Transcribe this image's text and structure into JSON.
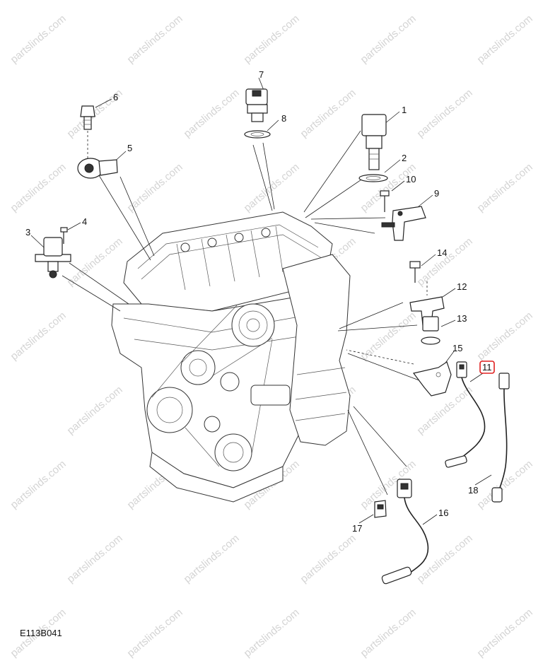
{
  "diagram": {
    "code": "E113B041",
    "watermark": "partslinds.com",
    "highlight_color": "#e02020",
    "callouts": [
      {
        "id": "1",
        "label": "1"
      },
      {
        "id": "2",
        "label": "2"
      },
      {
        "id": "3",
        "label": "3"
      },
      {
        "id": "4",
        "label": "4"
      },
      {
        "id": "5",
        "label": "5"
      },
      {
        "id": "6",
        "label": "6"
      },
      {
        "id": "7",
        "label": "7"
      },
      {
        "id": "8",
        "label": "8"
      },
      {
        "id": "9",
        "label": "9"
      },
      {
        "id": "10",
        "label": "10"
      },
      {
        "id": "11",
        "label": "11",
        "highlighted": true
      },
      {
        "id": "12",
        "label": "12"
      },
      {
        "id": "13",
        "label": "13"
      },
      {
        "id": "14",
        "label": "14"
      },
      {
        "id": "15",
        "label": "15"
      },
      {
        "id": "16",
        "label": "16"
      },
      {
        "id": "17",
        "label": "17"
      },
      {
        "id": "18",
        "label": "18"
      }
    ]
  }
}
